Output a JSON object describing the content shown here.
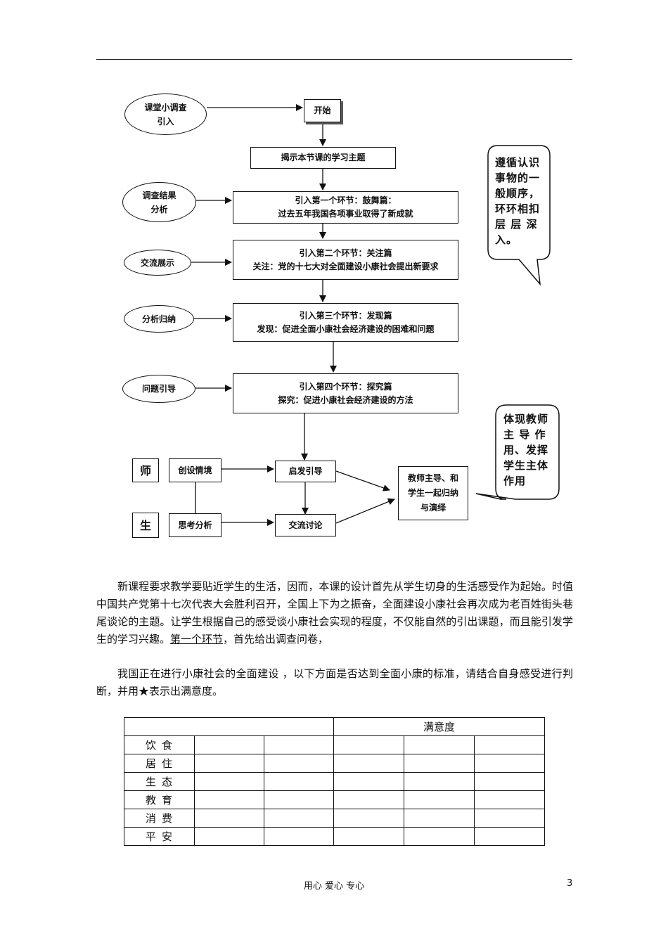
{
  "flowchart": {
    "ovals": [
      {
        "line1": "课堂小调查",
        "line2": "引入"
      },
      {
        "line1": "调查结果",
        "line2": "分析"
      },
      {
        "line1": "交流展示",
        "line2": ""
      },
      {
        "line1": "分析归纳",
        "line2": ""
      },
      {
        "line1": "问题引导",
        "line2": ""
      }
    ],
    "start": "开始",
    "topic": "揭示本节课的学习主题",
    "steps": [
      {
        "line1": "引入第一个环节：鼓舞篇：",
        "line2": "过去五年我国各项事业取得了新成就"
      },
      {
        "line1": "引入第二个环节：关注篇",
        "line2": "关注：党的十七大对全面建设小康社会提出新要求"
      },
      {
        "line1": "引入第三个环节：发现篇",
        "line2": "发现：促进全面小康社会经济建设的困难和问题"
      },
      {
        "line1": "引入第四个环节：探究篇",
        "line2": "探究：促进小康社会经济建设的方法"
      }
    ],
    "teacher_label": "师",
    "student_label": "生",
    "teacher_action1": "创设情境",
    "teacher_action2": "启发引导",
    "student_action1": "思考分析",
    "student_action2": "交流讨论",
    "summary": {
      "line1": "教师主导、和",
      "line2": "学生一起归纳",
      "line3": "与演绎"
    },
    "callout1": {
      "line1": "遵循认识",
      "line2": "事物的一",
      "line3": "般顺序，",
      "line4": "环环相扣",
      "line5": "层 层 深",
      "line6": "入。"
    },
    "callout2": {
      "line1": "体现教师",
      "line2": "主 导 作",
      "line3": "用、发挥",
      "line4": "学生主体",
      "line5": "作用"
    }
  },
  "body": {
    "para1_a": "新课程要求教学要贴近学生的生活，因而，本课的设计首先从学生切身的生活感受作为起始。时值中国共产党第十七次代表大会胜利召开，全国上下为之振奋，全面建设小康社会再次成为老百姓街头巷尾谈论的主题。让学生根据自己的感受谈小康社会实现的程度，不仅能自然的引出课题，而且能引发学生的学习兴趣。",
    "para1_link": "第一个环节",
    "para1_b": "，首先给出调查问卷，",
    "para2": "我国正在进行小康社会的全面建设 ，以下方面是否达到全面小康的标准，请结合自身感受进行判断，并用★表示出满意度。"
  },
  "table": {
    "header": "满意度",
    "rows": [
      "饮食",
      "居住",
      "生态",
      "教育",
      "消费",
      "平安"
    ]
  },
  "footer": {
    "text": "用心 爱心 专心",
    "page": "3"
  }
}
